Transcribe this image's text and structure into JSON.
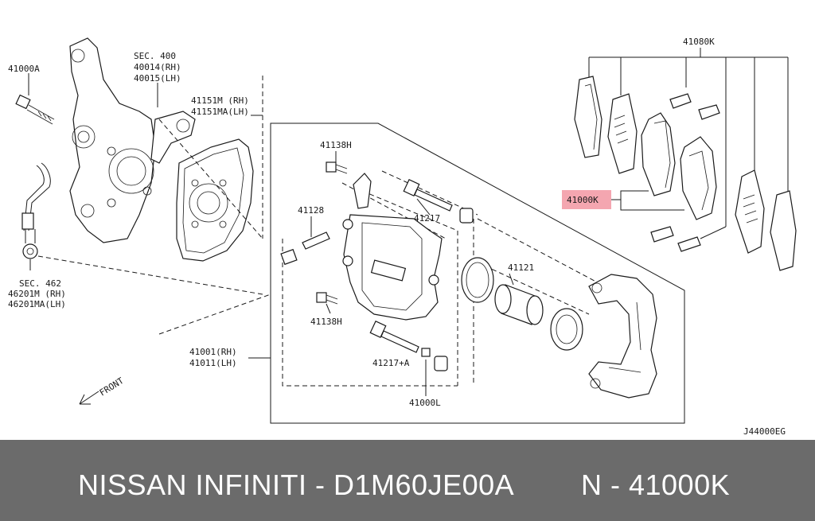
{
  "labels": {
    "l_41000A": "41000A",
    "l_sec400": "SEC. 400",
    "l_40014": "40014(RH)",
    "l_40015": "40015(LH)",
    "l_41151M": "41151M (RH)",
    "l_41151MA": "41151MA(LH)",
    "l_41138H_top": "41138H",
    "l_41128": "41128",
    "l_41217": "41217",
    "l_41121": "41121",
    "l_41138H_bot": "41138H",
    "l_41001": "41001(RH)",
    "l_41011": "41011(LH)",
    "l_41217A": "41217+A",
    "l_41000L": "41000L",
    "l_sec462": "SEC. 462",
    "l_46201M": "46201M (RH)",
    "l_46201MA": "46201MA(LH)",
    "l_41080K": "41080K",
    "l_41000K": "41000K",
    "l_front": "FRONT",
    "l_code": "J44000EG"
  },
  "highlight": {
    "color": "#f4a6b0"
  },
  "footer": {
    "left_text": "NISSAN  INFINITI - D1M60JE00A",
    "right_text": "N - 41000K",
    "background": "#6b6b6b"
  }
}
